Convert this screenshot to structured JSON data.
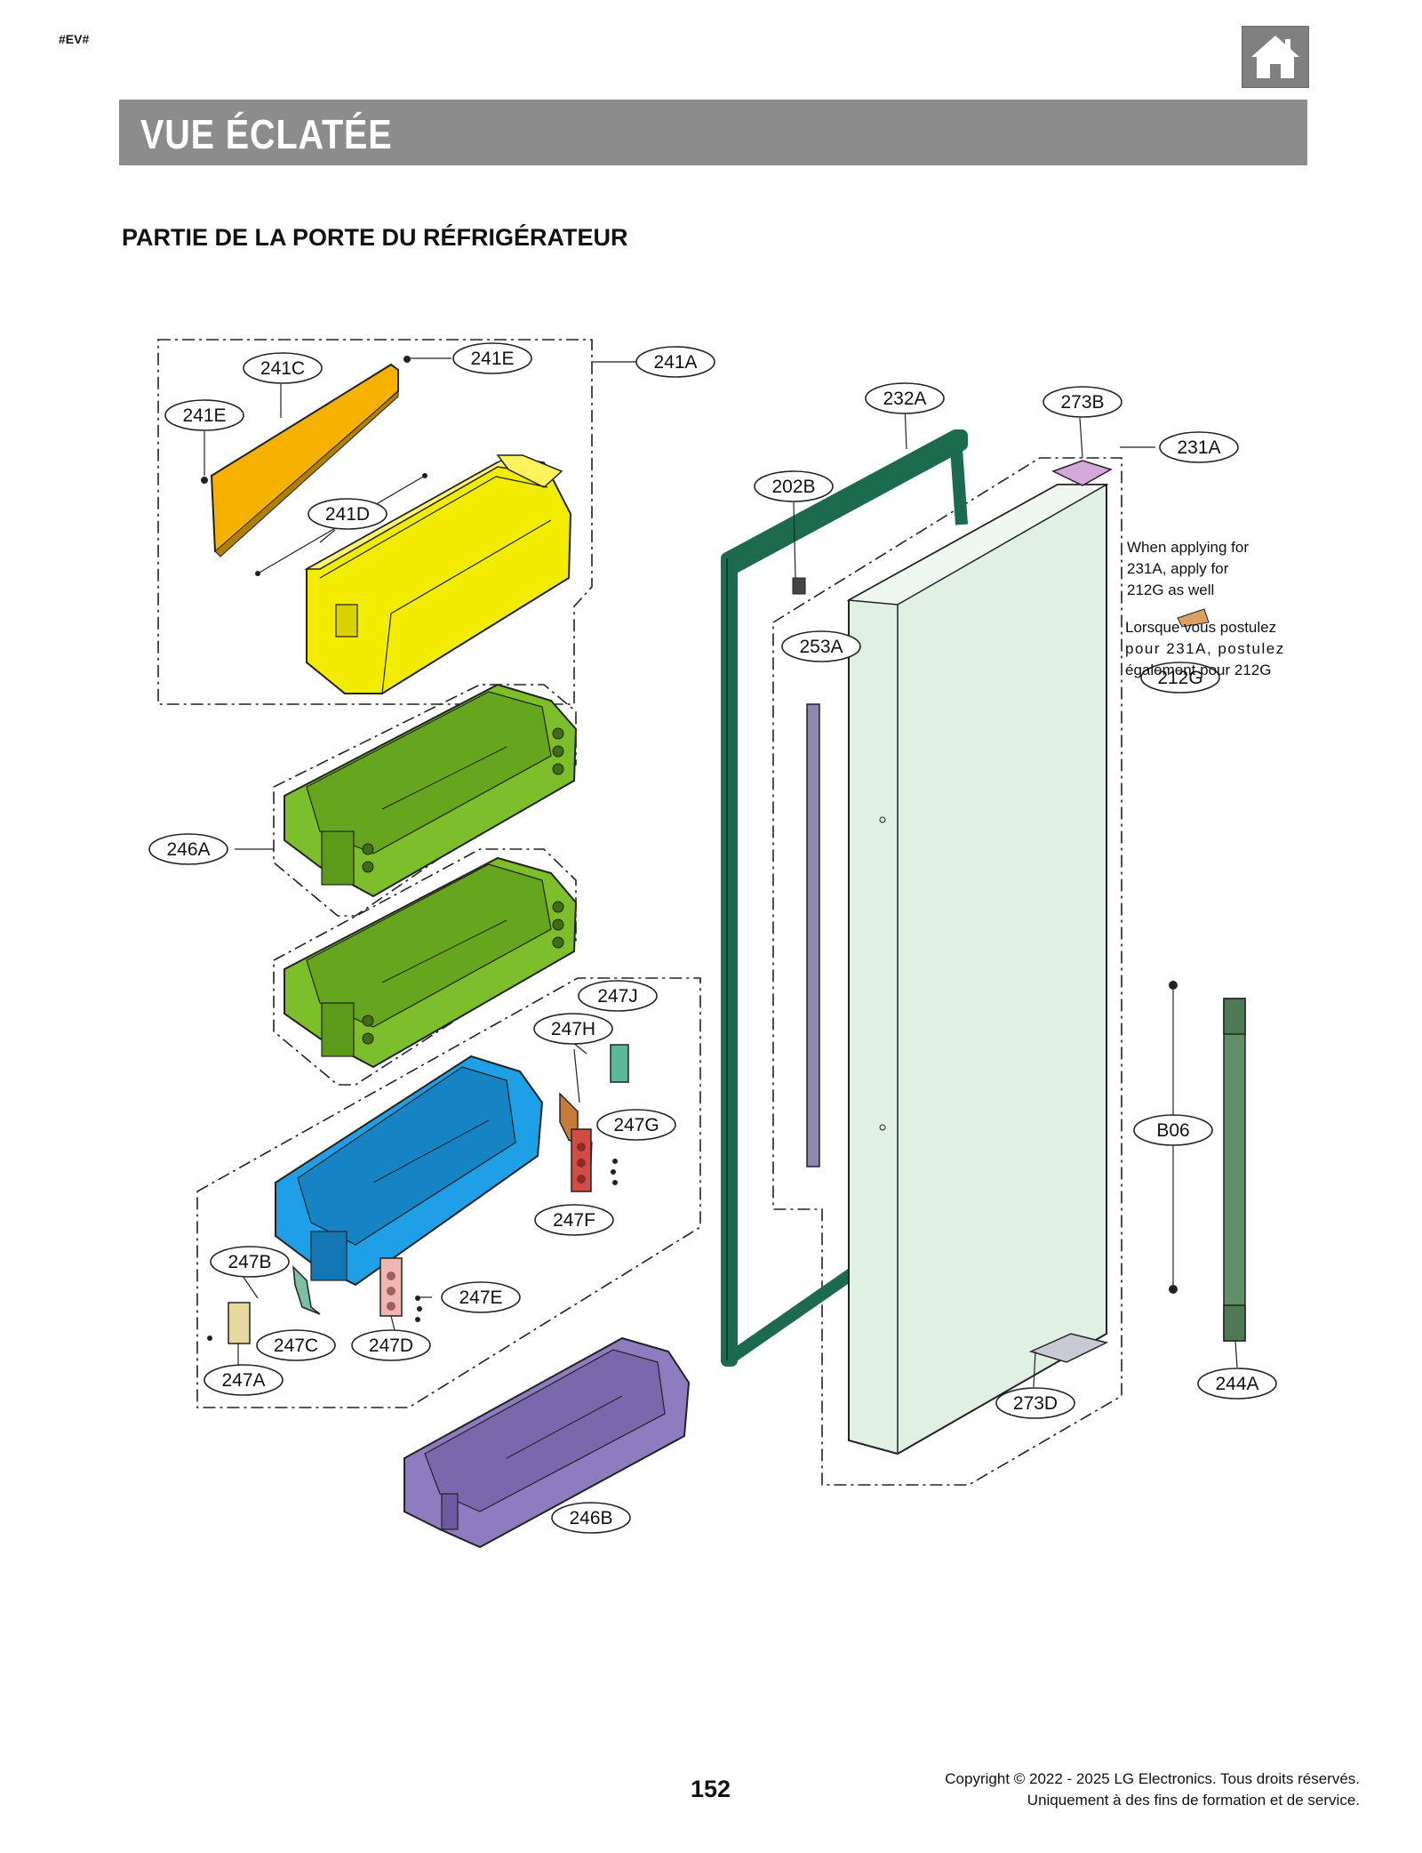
{
  "header": {
    "tag": "#EV#",
    "home_icon": "home-icon"
  },
  "banner": {
    "title": "VUE ÉCLATÉE"
  },
  "section": {
    "title": "PARTIE DE LA PORTE DU RÉFRIGÉRATEUR"
  },
  "parts": {
    "p241A": "241A",
    "p241C": "241C",
    "p241D": "241D",
    "p241E_a": "241E",
    "p241E_b": "241E",
    "p246A": "246A",
    "p246B": "246B",
    "p247A": "247A",
    "p247B": "247B",
    "p247C": "247C",
    "p247D": "247D",
    "p247E": "247E",
    "p247F": "247F",
    "p247G": "247G",
    "p247H": "247H",
    "p247J": "247J",
    "p232A": "232A",
    "p202B": "202B",
    "p253A": "253A",
    "p273B": "273B",
    "p231A": "231A",
    "p212G": "212G",
    "p273D": "273D",
    "pB06": "B06",
    "p244A": "244A"
  },
  "notes": {
    "en_line1": "When applying for",
    "en_line2": "231A, apply for",
    "en_line3": "212G as well",
    "fr_line1": "Lorsque vous postulez",
    "fr_line2": "pour 231A, postulez",
    "fr_line3": "également pour 212G"
  },
  "footer": {
    "page_number": "152",
    "copyright_line1": "Copyright © 2022 - 2025 LG Electronics. Tous droits réservés.",
    "copyright_line2": "Uniquement à des fins de formation et de service."
  },
  "colors": {
    "yellow_bin": "#f2ec00",
    "orange_cover": "#f6b100",
    "green_bins": "#7cbf2a",
    "blue_bin": "#1f9fe6",
    "purple_bin": "#8e7cc0",
    "gasket": "#1d6b4f",
    "door": "#e0f0e3",
    "handle": "#5e8f66"
  }
}
